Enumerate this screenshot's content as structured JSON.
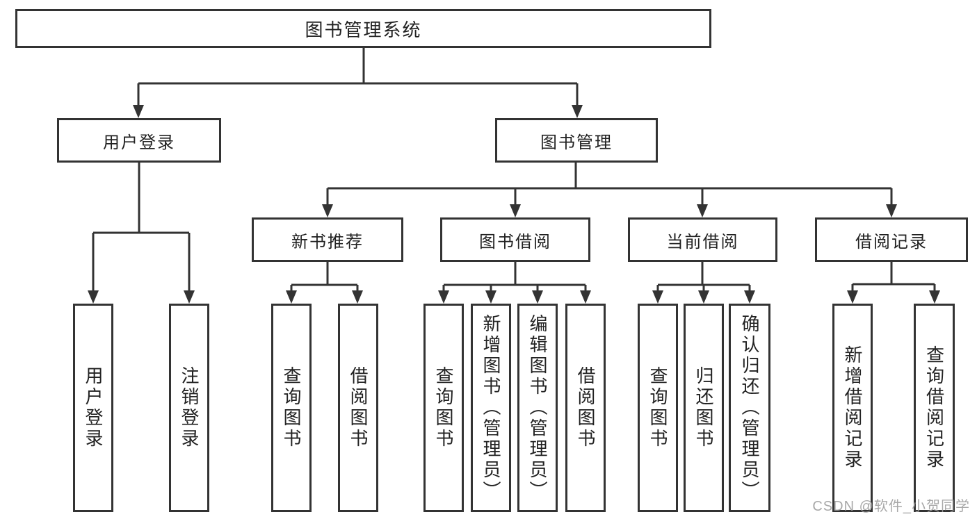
{
  "tree": {
    "root": {
      "label": "图书管理系统"
    },
    "branches": [
      {
        "label": "用户登录",
        "children": [
          {
            "label": "用户登录"
          },
          {
            "label": "注销登录"
          }
        ]
      },
      {
        "label": "图书管理",
        "groups": [
          {
            "label": "新书推荐",
            "children": [
              {
                "label": "查询图书"
              },
              {
                "label": "借阅图书"
              }
            ]
          },
          {
            "label": "图书借阅",
            "children": [
              {
                "label": "查询图书"
              },
              {
                "label": "新增图书（管理员）"
              },
              {
                "label": "编辑图书（管理员）"
              },
              {
                "label": "借阅图书"
              }
            ]
          },
          {
            "label": "当前借阅",
            "children": [
              {
                "label": "查询图书"
              },
              {
                "label": "归还图书"
              },
              {
                "label": "确认归还（管理员）"
              }
            ]
          },
          {
            "label": "借阅记录",
            "children": [
              {
                "label": "新增借阅记录"
              },
              {
                "label": "查询借阅记录"
              }
            ]
          }
        ]
      }
    ]
  },
  "watermark": {
    "text": "CSDN @软件_小贺同学"
  },
  "colors": {
    "line": "#333333",
    "text": "#222222",
    "background": "#ffffff",
    "watermark": "#9e9e9e"
  }
}
